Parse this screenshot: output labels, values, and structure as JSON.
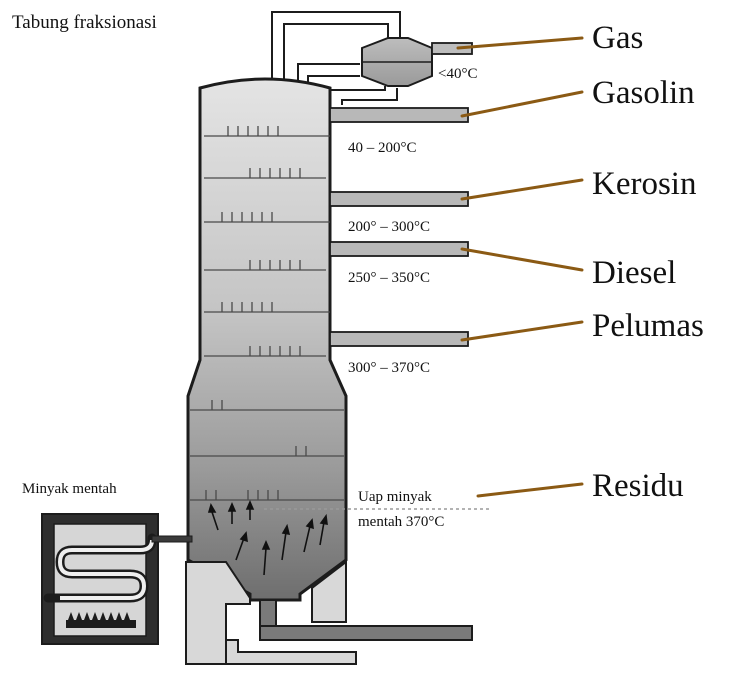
{
  "title": "Tabung fraksionasi",
  "feed_label": "Minyak mentah",
  "vapor_label_line1": "Uap minyak",
  "vapor_label_line2": "mentah 370°C",
  "fractions": [
    {
      "name": "Gas",
      "temperature": "<40°C"
    },
    {
      "name": "Gasolin",
      "temperature": "40 – 200°C"
    },
    {
      "name": "Kerosin",
      "temperature": "200° – 300°C"
    },
    {
      "name": "Diesel",
      "temperature": "250° – 350°C"
    },
    {
      "name": "Pelumas",
      "temperature": "300° – 370°C"
    },
    {
      "name": "Residu",
      "temperature": ""
    }
  ],
  "colors": {
    "leader_line": "#8b5a14",
    "column_top": "#e2e2e2",
    "column_bottom": "#7a7a7a",
    "outline": "#1c1c1c"
  }
}
